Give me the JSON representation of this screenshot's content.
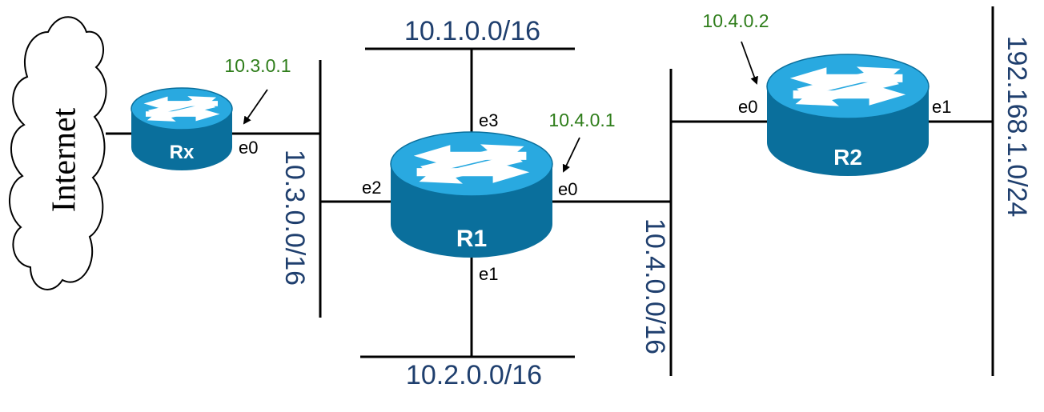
{
  "networks": {
    "net_10_1": "10.1.0.0/16",
    "net_10_2": "10.2.0.0/16",
    "net_10_3": "10.3.0.0/16",
    "net_10_4": "10.4.0.0/16",
    "net_192": "192.168.1.0/24"
  },
  "internet_label": "Internet",
  "routers": {
    "rx": {
      "name": "Rx",
      "e0": "e0",
      "ip": "10.3.0.1"
    },
    "r1": {
      "name": "R1",
      "e0": "e0",
      "e1": "e1",
      "e2": "e2",
      "e3": "e3",
      "ip": "10.4.0.1"
    },
    "r2": {
      "name": "R2",
      "e0": "e0",
      "e1": "e1",
      "ip": "10.4.0.2"
    }
  },
  "colors": {
    "router_body": "#0a6f9c",
    "router_top": "#29a9e0",
    "network_text": "#1f3f6e",
    "ip_text": "#2e7d1a"
  }
}
